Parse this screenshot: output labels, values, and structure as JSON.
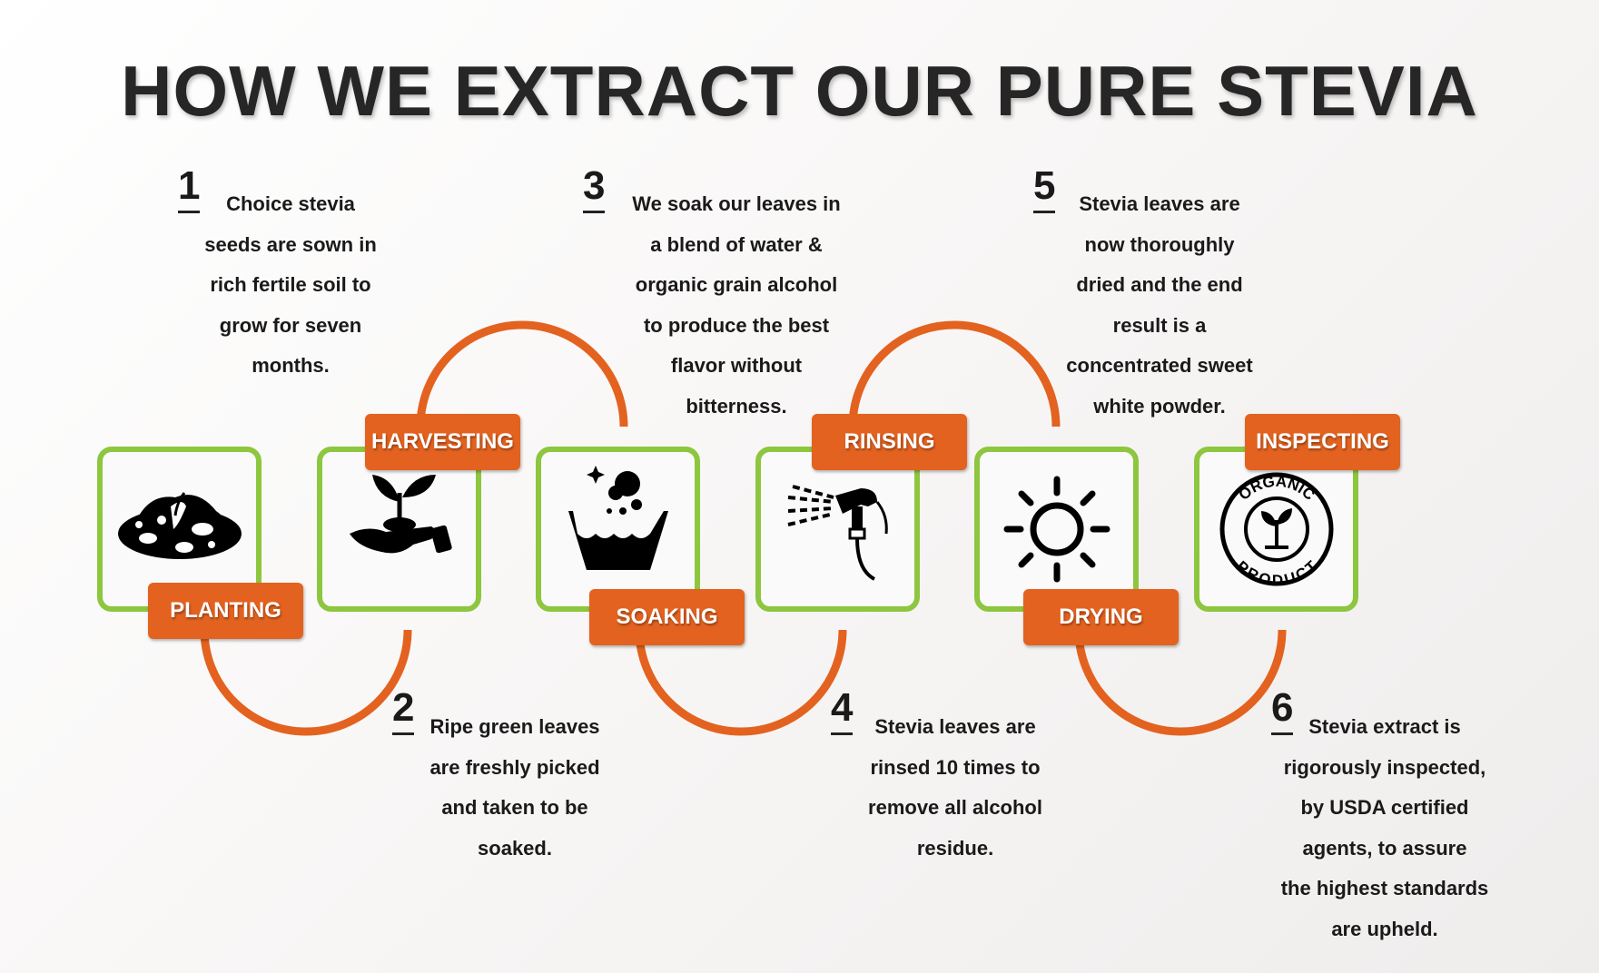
{
  "title": "HOW WE EXTRACT OUR PURE STEVIA",
  "colors": {
    "accent": "#e3621f",
    "box_border": "#8dc63f",
    "text": "#1e1e1e"
  },
  "steps": [
    {
      "number": "1",
      "label": "PLANTING",
      "icon": "soil-sprout-icon",
      "lines": [
        "Choice stevia",
        "seeds are sown in",
        "rich fertile soil to",
        "grow for seven",
        "months."
      ]
    },
    {
      "number": "2",
      "label": "HARVESTING",
      "icon": "hand-plant-icon",
      "lines": [
        "Ripe green leaves",
        "are freshly picked",
        "and taken to be",
        "soaked."
      ]
    },
    {
      "number": "3",
      "label": "SOAKING",
      "icon": "basin-bubbles-icon",
      "lines": [
        "We soak our leaves in",
        "a blend of water &",
        "organic grain alcohol",
        "to produce the best",
        "flavor without",
        "bitterness."
      ]
    },
    {
      "number": "4",
      "label": "RINSING",
      "icon": "spray-nozzle-icon",
      "lines": [
        "Stevia leaves are",
        "rinsed 10 times to",
        "remove all alcohol",
        "residue."
      ]
    },
    {
      "number": "5",
      "label": "DRYING",
      "icon": "sun-icon",
      "lines": [
        "Stevia leaves are",
        "now thoroughly",
        "dried and the end",
        "result is a",
        "concentrated sweet",
        "white powder."
      ]
    },
    {
      "number": "6",
      "label": "INSPECTING",
      "icon": "organic-product-seal-icon",
      "seal_text": [
        "ORGANIC",
        "PRODUCT"
      ],
      "lines": [
        "Stevia extract is",
        "rigorously inspected,",
        "by USDA certified",
        "agents, to assure",
        "the highest standards",
        "are upheld."
      ]
    }
  ]
}
